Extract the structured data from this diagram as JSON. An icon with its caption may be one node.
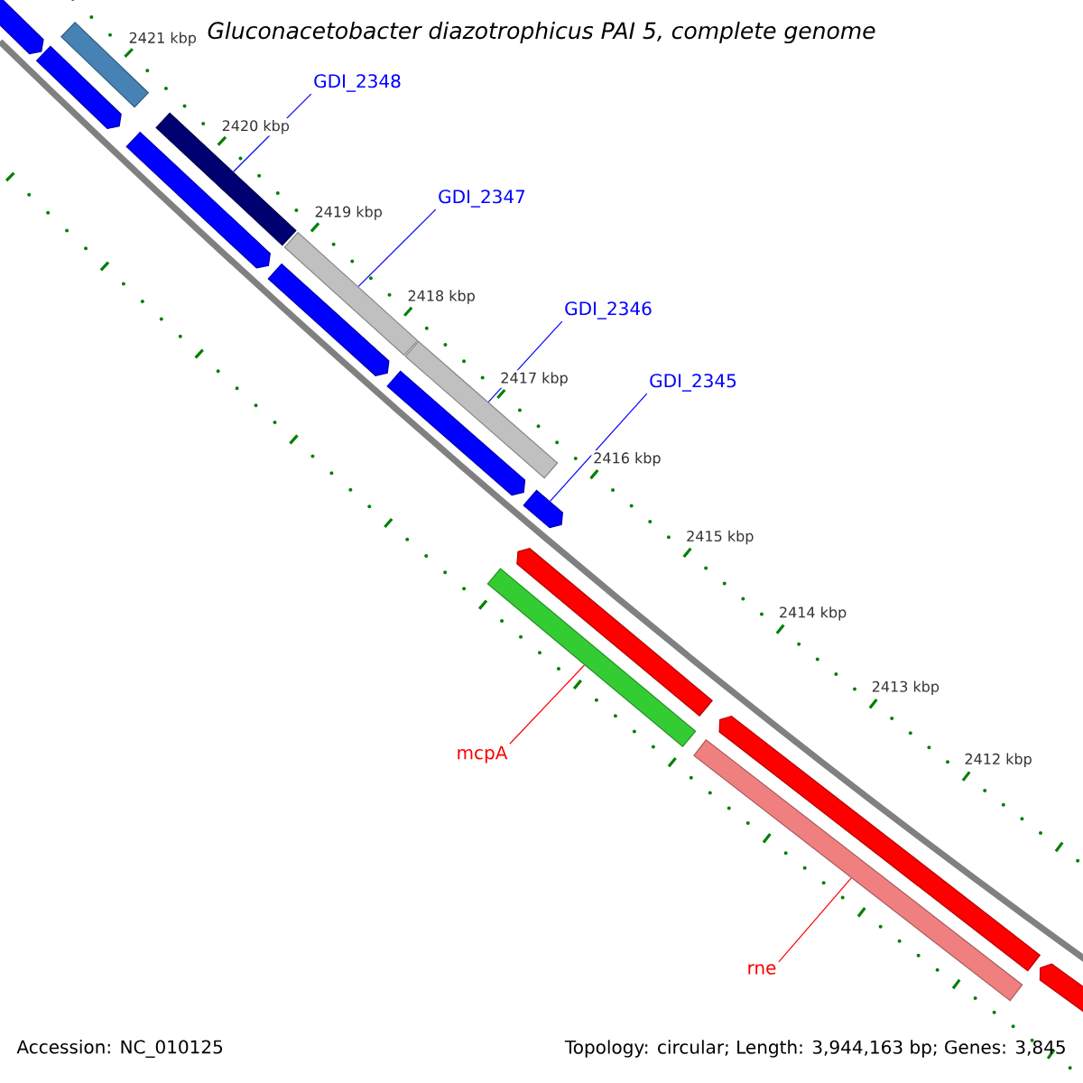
{
  "diagram": {
    "title": "Gluconacetobacter diazotrophicus PAI 5, complete genome",
    "nodes": [
      {
        "text": [],
        "shape": "pentagon"
      },
      {
        "text": [],
        "shape": "bar"
      },
      {
        "text": [],
        "shape": "pentagon"
      },
      {
        "text": [
          "GDI_2348"
        ]
      },
      {
        "text": [],
        "shape": "bar"
      },
      {
        "text": [],
        "shape": "pentagon"
      },
      {
        "text": [
          "GDI_2347"
        ]
      },
      {
        "text": [],
        "shape": "bar"
      },
      {
        "text": [],
        "shape": "pentagon"
      },
      {
        "text": [
          "GDI_2346"
        ]
      },
      {
        "text": [],
        "shape": "bar"
      },
      {
        "text": [],
        "shape": "pentagon"
      },
      {
        "text": [
          "GDI_2345"
        ]
      },
      {
        "text": [],
        "shape": "pentagon"
      },
      {
        "text": [],
        "shape": "pentagon"
      },
      {
        "text": [],
        "shape": "bar"
      },
      {
        "text": [
          "mcpA"
        ]
      },
      {
        "text": [],
        "shape": "pentagon"
      },
      {
        "text": [],
        "shape": "bar"
      },
      {
        "text": [
          "rne"
        ]
      },
      {
        "text": [],
        "shape": "pentagon"
      }
    ],
    "edges": [
      {
        "from": 3,
        "to": 4,
        "arrow": "none"
      },
      {
        "from": 6,
        "to": 7,
        "arrow": "none"
      },
      {
        "from": 9,
        "to": 10,
        "arrow": "none"
      },
      {
        "from": 12,
        "to": 13,
        "arrow": "none"
      },
      {
        "from": 16,
        "to": 15,
        "arrow": "none",
        "color": "#ff0000"
      },
      {
        "from": 19,
        "to": 18,
        "arrow": "none",
        "color": "#ff0000"
      }
    ],
    "labels": [
      "2421 kbp",
      "2420 kbp",
      "2419 kbp",
      "2418 kbp",
      "2417 kbp",
      "2416 kbp",
      "2415 kbp",
      "2414 kbp",
      "2413 kbp",
      "2412 kbp",
      "Accession: NC_010125",
      "Topology: circular; Length: 3,944,163 bp; Genes: 3,845"
    ]
  }
}
